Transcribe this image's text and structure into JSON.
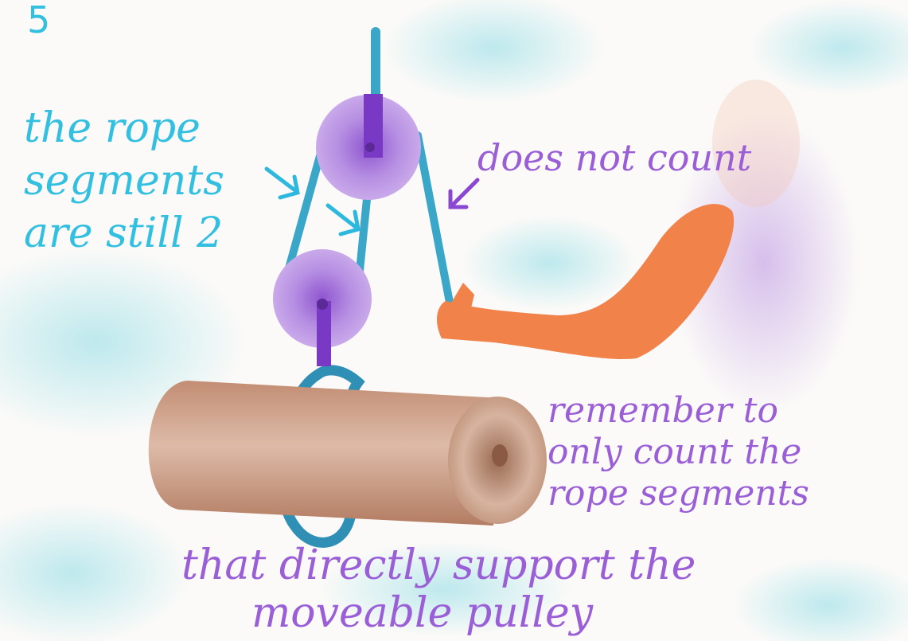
{
  "page_number": "5",
  "annotations": {
    "rope_segments": [
      "the rope",
      "segments",
      "are still 2"
    ],
    "does_not_count": "does not count",
    "remember": [
      "remember to",
      "only count the",
      "rope segments"
    ],
    "directly_support": [
      "that directly support the",
      "moveable pulley"
    ]
  },
  "colors": {
    "rope": "#3aa7c9",
    "pulley": "#9b72d4",
    "axle": "#7a39c4",
    "log": "#b88466",
    "arm": "#f0824a",
    "cyan_text": "#33bfe0",
    "purple_text": "#9a5fd6"
  }
}
